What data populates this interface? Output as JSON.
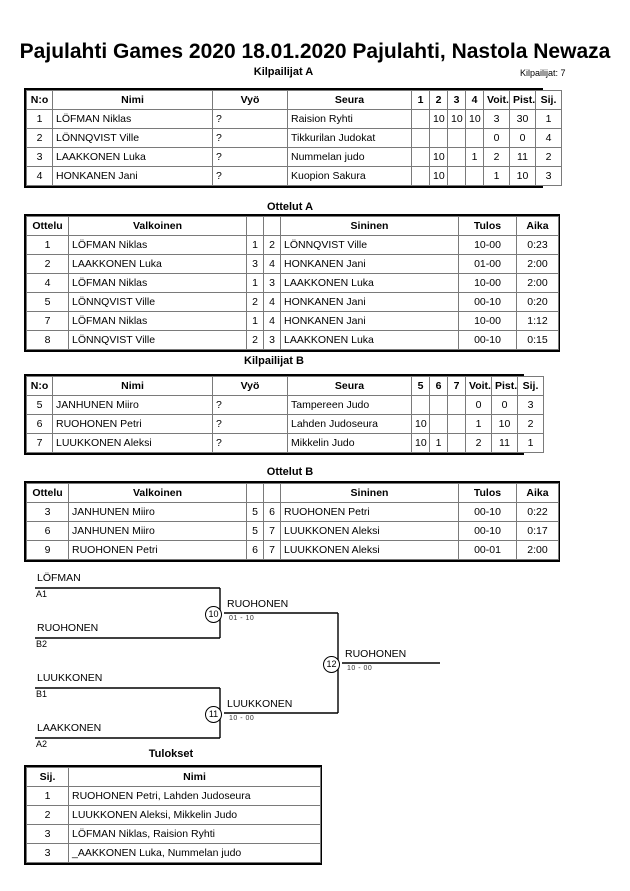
{
  "header": {
    "title": "Pajulahti Games 2020  18.01.2020  Pajulahti, Nastola   Newaza",
    "competitors_note": "Kilpailijat: 7"
  },
  "sections": {
    "pool_a_caption": "Kilpailijat A",
    "matches_a_caption": "Ottelut A",
    "pool_b_caption": "Kilpailijat B",
    "matches_b_caption": "Ottelut B",
    "results_caption": "Tulokset"
  },
  "pool_a": {
    "columns": [
      "N:o",
      "Nimi",
      "Vyö",
      "Seura",
      "1",
      "2",
      "3",
      "4",
      "Voit.",
      "Pist.",
      "Sij."
    ],
    "rows": [
      {
        "no": "1",
        "name": "LÖFMAN Niklas",
        "belt": "?",
        "club": "Raision Ryhti",
        "m": [
          "",
          "10",
          "10",
          "10"
        ],
        "wins": "3",
        "points": "30",
        "rank": "1"
      },
      {
        "no": "2",
        "name": "LÖNNQVIST Ville",
        "belt": "?",
        "club": "Tikkurilan Judokat",
        "m": [
          "",
          "",
          "",
          ""
        ],
        "wins": "0",
        "points": "0",
        "rank": "4"
      },
      {
        "no": "3",
        "name": "LAAKKONEN Luka",
        "belt": "?",
        "club": "Nummelan judo",
        "m": [
          "",
          "10",
          "",
          "1"
        ],
        "wins": "2",
        "points": "11",
        "rank": "2"
      },
      {
        "no": "4",
        "name": "HONKANEN Jani",
        "belt": "?",
        "club": "Kuopion Sakura",
        "m": [
          "",
          "10",
          "",
          ""
        ],
        "wins": "1",
        "points": "10",
        "rank": "3"
      }
    ]
  },
  "matches_a": {
    "columns": [
      "Ottelu",
      "Valkoinen",
      "",
      "",
      "Sininen",
      "Tulos",
      "Aika"
    ],
    "rows": [
      {
        "no": "1",
        "white": "LÖFMAN Niklas",
        "wn": "1",
        "bn": "2",
        "blue": "LÖNNQVIST Ville",
        "result": "10-00",
        "time": "0:23"
      },
      {
        "no": "2",
        "white": "LAAKKONEN Luka",
        "wn": "3",
        "bn": "4",
        "blue": "HONKANEN Jani",
        "result": "01-00",
        "time": "2:00"
      },
      {
        "no": "4",
        "white": "LÖFMAN Niklas",
        "wn": "1",
        "bn": "3",
        "blue": "LAAKKONEN Luka",
        "result": "10-00",
        "time": "2:00"
      },
      {
        "no": "5",
        "white": "LÖNNQVIST Ville",
        "wn": "2",
        "bn": "4",
        "blue": "HONKANEN Jani",
        "result": "00-10",
        "time": "0:20"
      },
      {
        "no": "7",
        "white": "LÖFMAN Niklas",
        "wn": "1",
        "bn": "4",
        "blue": "HONKANEN Jani",
        "result": "10-00",
        "time": "1:12"
      },
      {
        "no": "8",
        "white": "LÖNNQVIST Ville",
        "wn": "2",
        "bn": "3",
        "blue": "LAAKKONEN Luka",
        "result": "00-10",
        "time": "0:15"
      }
    ]
  },
  "pool_b": {
    "columns": [
      "N:o",
      "Nimi",
      "Vyö",
      "Seura",
      "5",
      "6",
      "7",
      "Voit.",
      "Pist.",
      "Sij."
    ],
    "rows": [
      {
        "no": "5",
        "name": "JANHUNEN Miiro",
        "belt": "?",
        "club": "Tampereen Judo",
        "m": [
          "",
          "",
          ""
        ],
        "wins": "0",
        "points": "0",
        "rank": "3"
      },
      {
        "no": "6",
        "name": "RUOHONEN Petri",
        "belt": "?",
        "club": "Lahden Judoseura",
        "m": [
          "10",
          "",
          ""
        ],
        "wins": "1",
        "points": "10",
        "rank": "2"
      },
      {
        "no": "7",
        "name": "LUUKKONEN Aleksi",
        "belt": "?",
        "club": "Mikkelin Judo",
        "m": [
          "10",
          "1",
          ""
        ],
        "wins": "2",
        "points": "11",
        "rank": "1"
      }
    ]
  },
  "matches_b": {
    "columns": [
      "Ottelu",
      "Valkoinen",
      "",
      "",
      "Sininen",
      "Tulos",
      "Aika"
    ],
    "rows": [
      {
        "no": "3",
        "white": "JANHUNEN Miiro",
        "wn": "5",
        "bn": "6",
        "blue": "RUOHONEN Petri",
        "result": "00-10",
        "time": "0:22"
      },
      {
        "no": "6",
        "white": "JANHUNEN Miiro",
        "wn": "5",
        "bn": "7",
        "blue": "LUUKKONEN Aleksi",
        "result": "00-10",
        "time": "0:17"
      },
      {
        "no": "9",
        "white": "RUOHONEN Petri",
        "wn": "6",
        "bn": "7",
        "blue": "LUUKKONEN Aleksi",
        "result": "00-01",
        "time": "2:00"
      }
    ]
  },
  "bracket": {
    "entries": [
      {
        "name": "LÖFMAN",
        "seed": "A1"
      },
      {
        "name": "RUOHONEN",
        "seed": "B2"
      },
      {
        "name": "LUUKKONEN",
        "seed": "B1"
      },
      {
        "name": "LAAKKONEN",
        "seed": "A2"
      }
    ],
    "nodes": [
      {
        "number": "10",
        "winner": "RUOHONEN",
        "score": "01 - 10"
      },
      {
        "number": "11",
        "winner": "LUUKKONEN",
        "score": "10 - 00"
      },
      {
        "number": "12",
        "winner": "RUOHONEN",
        "score": "10 - 00"
      }
    ]
  },
  "results": {
    "columns": [
      "Sij.",
      "Nimi"
    ],
    "rows": [
      {
        "rank": "1",
        "name": "RUOHONEN Petri, Lahden Judoseura"
      },
      {
        "rank": "2",
        "name": "LUUKKONEN Aleksi, Mikkelin Judo"
      },
      {
        "rank": "3",
        "name": "LÖFMAN Niklas, Raision Ryhti"
      },
      {
        "rank": "3",
        "name": "_AAKKONEN Luka, Nummelan judo"
      }
    ]
  }
}
